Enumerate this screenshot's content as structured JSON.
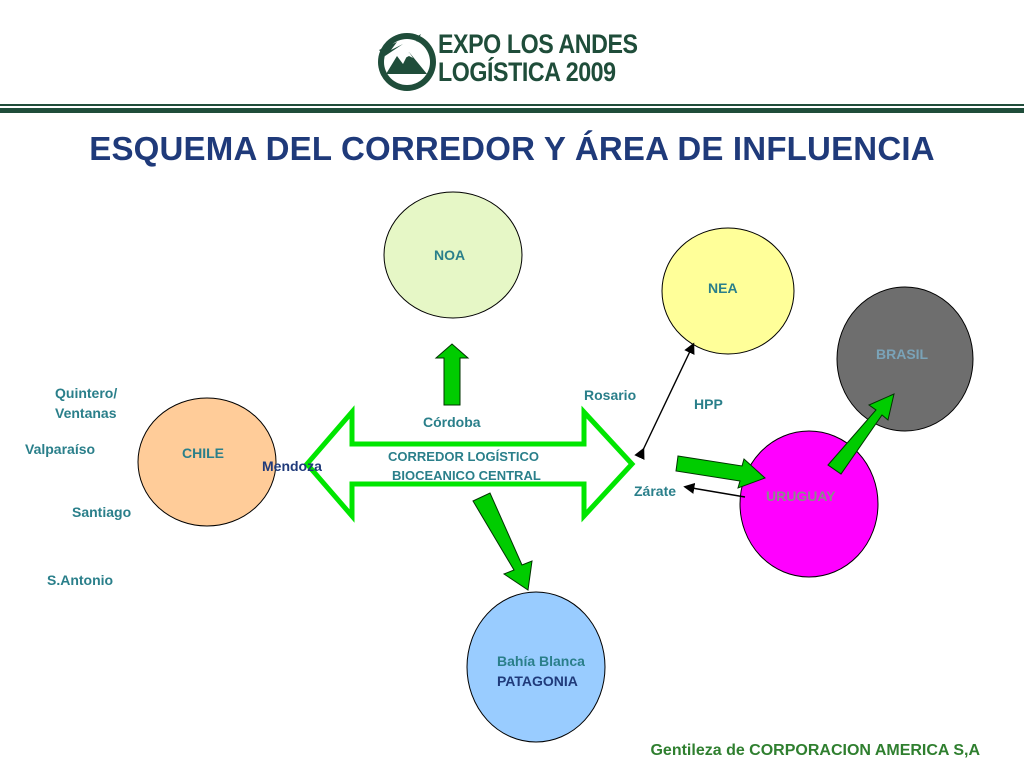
{
  "header": {
    "logo_line1": "EXPO LOS ANDES",
    "logo_line2": "LOGÍSTICA 2009",
    "title": "ESQUEMA DEL CORREDOR Y ÁREA DE INFLUENCIA"
  },
  "regions": {
    "noa": "NOA",
    "nea": "NEA",
    "brasil": "BRASIL",
    "chile": "CHILE",
    "uruguay": "URUGUAY",
    "bahia_blanca": "Bahía Blanca",
    "patagonia": "PATAGONIA"
  },
  "places": {
    "quintero_line1": "Quintero/",
    "quintero_line2": "Ventanas",
    "valparaiso": "Valparaíso",
    "santiago": "Santiago",
    "s_antonio": "S.Antonio",
    "mendoza": "Mendoza",
    "cordoba": "Córdoba",
    "rosario": "Rosario",
    "hpp": "HPP",
    "zarate": "Zárate"
  },
  "corridor": {
    "line1": "CORREDOR LOGÍSTICO",
    "line2": "BIOCEANICO CENTRAL"
  },
  "footer": {
    "credit": "Gentileza de CORPORACION AMERICA S,A"
  },
  "colors": {
    "noa": "#e6f7c6",
    "nea": "#ffff99",
    "brasil": "#6e6e6e",
    "chile": "#ffcc99",
    "uruguay": "#ff00ff",
    "patagonia": "#99ccff",
    "arrow_green": "#00cc00",
    "title": "#1f3a7a",
    "label_teal": "#2a7f8a",
    "footer": "#2f7f2f"
  }
}
